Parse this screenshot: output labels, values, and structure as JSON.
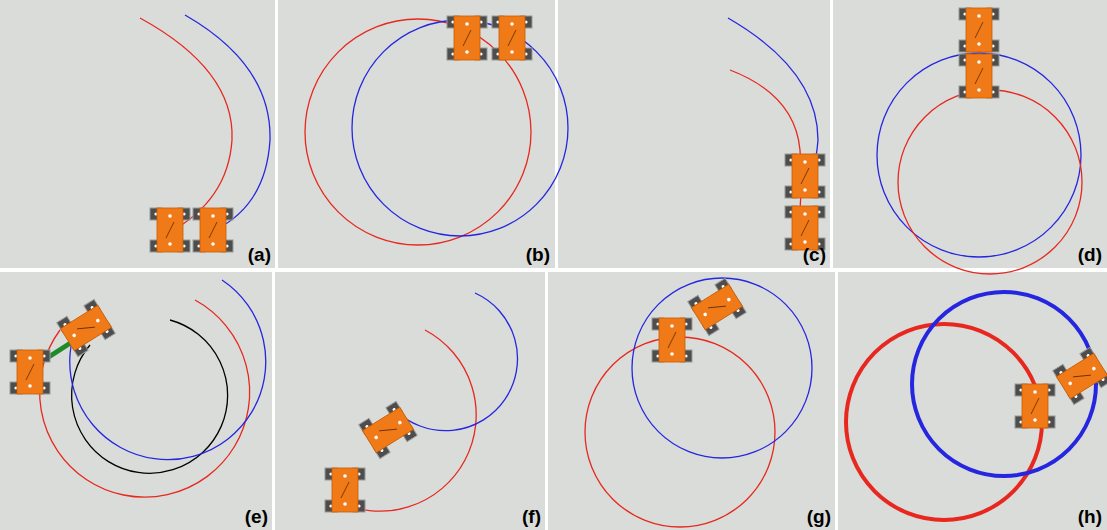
{
  "diagram": {
    "labels": [
      "(a)",
      "(b)",
      "(c)",
      "(d)",
      "(e)",
      "(f)",
      "(g)",
      "(h)"
    ]
  }
}
